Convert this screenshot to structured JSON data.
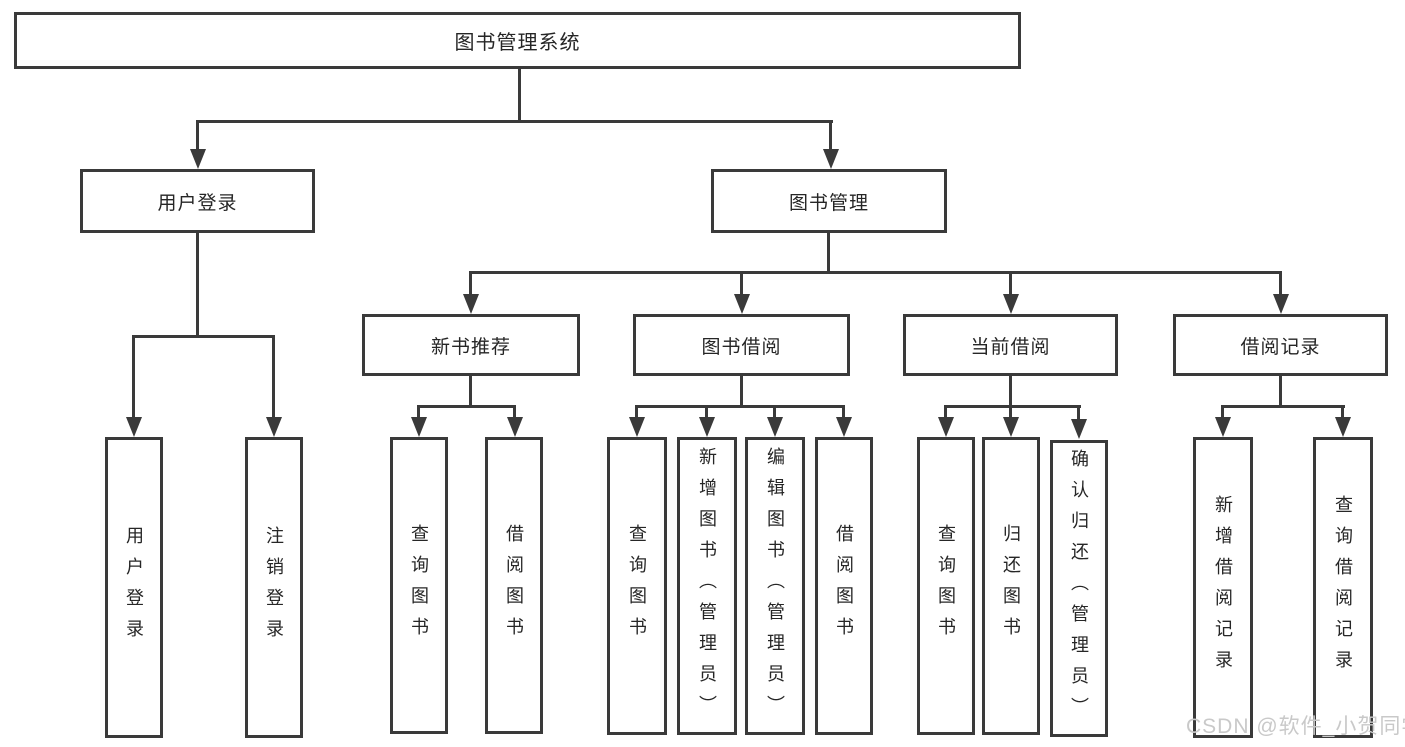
{
  "colors": {
    "line": "#3a3a3a",
    "text": "#262626",
    "background": "#ffffff",
    "watermark_color": "#c9c9c9"
  },
  "watermark": {
    "text": "CSDN @软件_小贺同学"
  },
  "tree": {
    "root": {
      "label": "图书管理系统"
    },
    "branches": [
      {
        "label": "用户登录",
        "children": [
          {
            "label": "用户登录"
          },
          {
            "label": "注销登录"
          }
        ]
      },
      {
        "label": "图书管理",
        "children": [
          {
            "label": "新书推荐",
            "children": [
              {
                "label": "查询图书"
              },
              {
                "label": "借阅图书"
              }
            ]
          },
          {
            "label": "图书借阅",
            "children": [
              {
                "label": "查询图书"
              },
              {
                "label": "新增图书（管理员）"
              },
              {
                "label": "编辑图书（管理员）"
              },
              {
                "label": "借阅图书"
              }
            ]
          },
          {
            "label": "当前借阅",
            "children": [
              {
                "label": "查询图书"
              },
              {
                "label": "归还图书"
              },
              {
                "label": "确认归还（管理员）"
              }
            ]
          },
          {
            "label": "借阅记录",
            "children": [
              {
                "label": "新增借阅记录"
              },
              {
                "label": "查询借阅记录"
              }
            ]
          }
        ]
      }
    ]
  }
}
